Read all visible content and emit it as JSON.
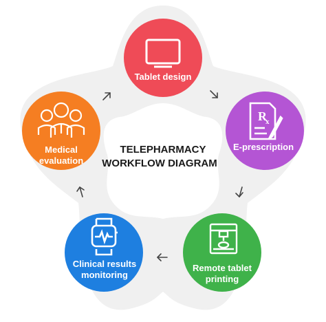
{
  "diagram": {
    "title_line1": "TELEPHARMACY",
    "title_line2": "WORKFLOW DIAGRAM",
    "nodes": [
      {
        "id": "tablet-design",
        "lines": [
          "Tablet design"
        ],
        "color": "#ef4b57",
        "icon": "tablet-icon"
      },
      {
        "id": "e-prescription",
        "lines": [
          "E-prescription"
        ],
        "color": "#b455d4",
        "icon": "prescription-icon"
      },
      {
        "id": "remote-tablet-printing",
        "lines": [
          "Remote tablet",
          "printing"
        ],
        "color": "#3fb24a",
        "icon": "3d-printer-icon"
      },
      {
        "id": "clinical-results-monitoring",
        "lines": [
          "Clinical results",
          "monitoring"
        ],
        "color": "#1e7fe0",
        "icon": "smartwatch-icon"
      },
      {
        "id": "medical-evaluation",
        "lines": [
          "Medical",
          "evaluation"
        ],
        "color": "#f57e22",
        "icon": "doctors-icon"
      }
    ],
    "ring_color": "#eeeeee"
  }
}
